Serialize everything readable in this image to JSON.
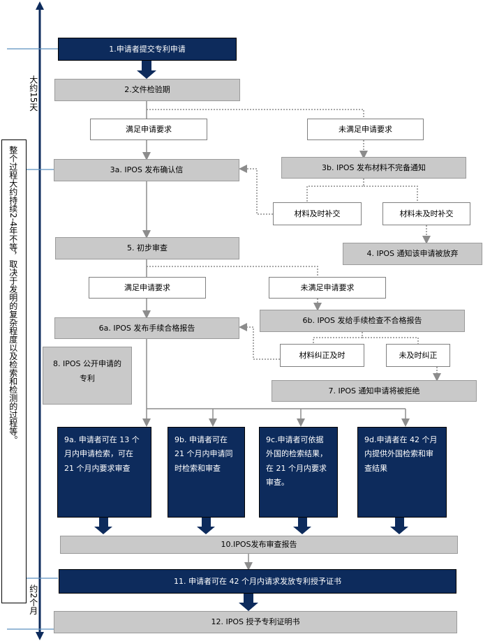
{
  "steps": {
    "s1": "1.申请者提交专利申请",
    "s2": "2.文件检验期",
    "meet1": "满足申请要求",
    "notmeet1": "未满足申请要求",
    "s3a": "3a. IPOS 发布确认信",
    "s3b": "3b. IPOS 发布材料不完备通知",
    "supply_ontime": "材料及时补交",
    "supply_late": "材料未及时补交",
    "s4": "4. IPOS 通知该申请被放弃",
    "s5": "5. 初步审查",
    "meet2": "满足申请要求",
    "notmeet2": "未满足申请要求",
    "s6a": "6a. IPOS 发布手续合格报告",
    "s6b": "6b. IPOS 发给手续检查不合格报告",
    "fix_ontime": "材料纠正及时",
    "fix_late": "未及时纠正",
    "s7": "7. IPOS 通知申请将被拒绝",
    "s8": "8. IPOS 公开申请的专利",
    "s9a": "9a. 申请者可在 13 个月内申请检索，可在 21 个月内要求审查",
    "s9b": "9b. 申请者可在 21 个月内申请同时检索和审查",
    "s9c": "9c.申请者可依据外国的检索结果，在 21 个月内要求审查。",
    "s9d": "9d.申请者在 42 个月内提供外国检索和审查结果",
    "s10": "10.IPOS发布审查报告",
    "s11": "11. 申请者可在 42 个月内请求发放专利授予证书",
    "s12": "12. IPOS 授予专利证明书"
  },
  "timeline": {
    "approx_15_days": "大约15天",
    "approx_2_months": "约2个月",
    "overall": "整个过程大约持续2-4年不等，取决于发明的复杂程度以及检索和检测的过程等。"
  },
  "colors": {
    "navy": "#0d2b5c",
    "gray": "#c9c9c9",
    "axis": "#0d2b5c",
    "tick": "#5b8fbf"
  }
}
